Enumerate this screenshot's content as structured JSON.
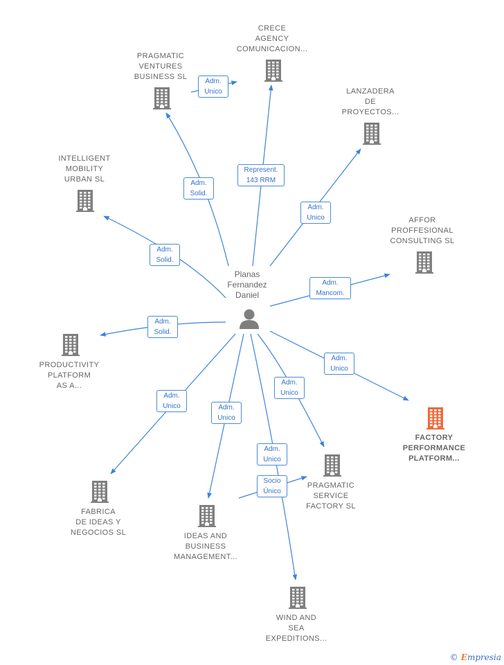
{
  "colors": {
    "edge": "#3b84d8",
    "building": "#7f7f7f",
    "building_highlight": "#f06a3c",
    "person": "#7f7f7f",
    "label_text": "#666666",
    "edge_label_text": "#3572c6"
  },
  "center": {
    "label": "Planas\nFernandez\nDaniel",
    "icon": "person-icon"
  },
  "companies": [
    {
      "key": "pragmatic-ventures",
      "label": "PRAGMATIC\nVENTURES\nBUSINESS  SL",
      "icon": "building-icon",
      "highlight": false
    },
    {
      "key": "crece-agency",
      "label": "CRECE\nAGENCY\nCOMUNICACION...",
      "icon": "building-icon",
      "highlight": false
    },
    {
      "key": "lanzadera",
      "label": "LANZADERA\nDE\nPROYECTOS...",
      "icon": "building-icon",
      "highlight": false
    },
    {
      "key": "intelligent-mobility",
      "label": "INTELLIGENT\nMOBILITY\nURBAN  SL",
      "icon": "building-icon",
      "highlight": false
    },
    {
      "key": "affor",
      "label": "AFFOR\nPROFFESIONAL\nCONSULTING SL",
      "icon": "building-icon",
      "highlight": false
    },
    {
      "key": "productivity",
      "label": "PRODUCTIVITY\nPLATFORM\nAS A...",
      "icon": "building-icon",
      "highlight": false
    },
    {
      "key": "factory-performance",
      "label": "FACTORY\nPERFORMANCE\nPLATFORM...",
      "icon": "building-icon",
      "highlight": true
    },
    {
      "key": "fabrica-ideas",
      "label": "FABRICA\nDE IDEAS Y\nNEGOCIOS  SL",
      "icon": "building-icon",
      "highlight": false
    },
    {
      "key": "pragmatic-service",
      "label": "PRAGMATIC\nSERVICE\nFACTORY SL",
      "icon": "building-icon",
      "highlight": false
    },
    {
      "key": "ideas-business",
      "label": "IDEAS AND\nBUSINESS\nMANAGEMENT...",
      "icon": "building-icon",
      "highlight": false
    },
    {
      "key": "wind-sea",
      "label": "WIND AND\nSEA\nEXPEDITIONS...",
      "icon": "building-icon",
      "highlight": false
    }
  ],
  "relations": [
    {
      "from": "center",
      "to": "pragmatic-ventures",
      "label": "Adm.\nSolid."
    },
    {
      "from": "pragmatic-ventures",
      "to": "crece-agency",
      "label": "Adm.\nUnico"
    },
    {
      "from": "center",
      "to": "crece-agency",
      "label": "Represent.\n143 RRM"
    },
    {
      "from": "center",
      "to": "lanzadera",
      "label": "Adm.\nUnico"
    },
    {
      "from": "center",
      "to": "intelligent-mobility",
      "label": "Adm.\nSolid."
    },
    {
      "from": "center",
      "to": "affor",
      "label": "Adm.\nMancom."
    },
    {
      "from": "center",
      "to": "productivity",
      "label": "Adm.\nSolid."
    },
    {
      "from": "center",
      "to": "factory-performance",
      "label": "Adm.\nUnico"
    },
    {
      "from": "center",
      "to": "fabrica-ideas",
      "label": "Adm.\nUnico"
    },
    {
      "from": "center",
      "to": "pragmatic-service",
      "label": "Adm.\nUnico"
    },
    {
      "from": "center",
      "to": "ideas-business",
      "label": "Adm.\nUnico"
    },
    {
      "from": "center",
      "to": "wind-sea",
      "label": "Adm.\nUnico"
    },
    {
      "from": "ideas-business",
      "to": "pragmatic-service",
      "label": "Socio\nÚnico"
    }
  ],
  "brand": {
    "copyright": "©",
    "name_initial": "E",
    "name_rest": "mpresia"
  }
}
